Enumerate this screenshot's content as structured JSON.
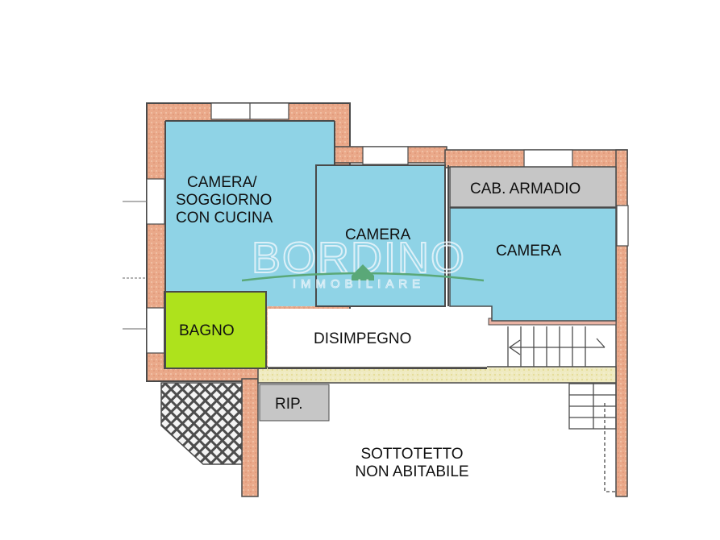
{
  "floor_plan": {
    "rooms": [
      {
        "id": "camera-soggiorno",
        "lines": [
          "CAMERA/",
          "SOGGIORNO",
          "CON CUCINA"
        ],
        "color": "#8fd3e6"
      },
      {
        "id": "camera-center",
        "lines": [
          "CAMERA"
        ],
        "color": "#8fd3e6"
      },
      {
        "id": "cab-armadio",
        "lines": [
          "CAB. ARMADIO"
        ],
        "color": "#c6c6c6"
      },
      {
        "id": "camera-right",
        "lines": [
          "CAMERA"
        ],
        "color": "#8fd3e6"
      },
      {
        "id": "bagno",
        "lines": [
          "BAGNO"
        ],
        "color": "#aee21c"
      },
      {
        "id": "disimpegno",
        "lines": [
          "DISIMPEGNO"
        ],
        "color": "#ffffff"
      },
      {
        "id": "rip",
        "lines": [
          "RIP."
        ],
        "color": "#c6c6c6"
      },
      {
        "id": "sottotetto",
        "lines": [
          "SOTTOTETTO",
          "NON ABITABILE"
        ],
        "color": "#ffffff"
      }
    ],
    "watermark": {
      "brand": "BORDINO",
      "subtitle": "IMMOBILIARE",
      "accent_color": "#5aa878"
    },
    "colors": {
      "wall_brick": "#eaa98a",
      "wall_stone": "#efe9b8",
      "wall_line": "#4a4a4a",
      "hatch": "#555555"
    }
  }
}
